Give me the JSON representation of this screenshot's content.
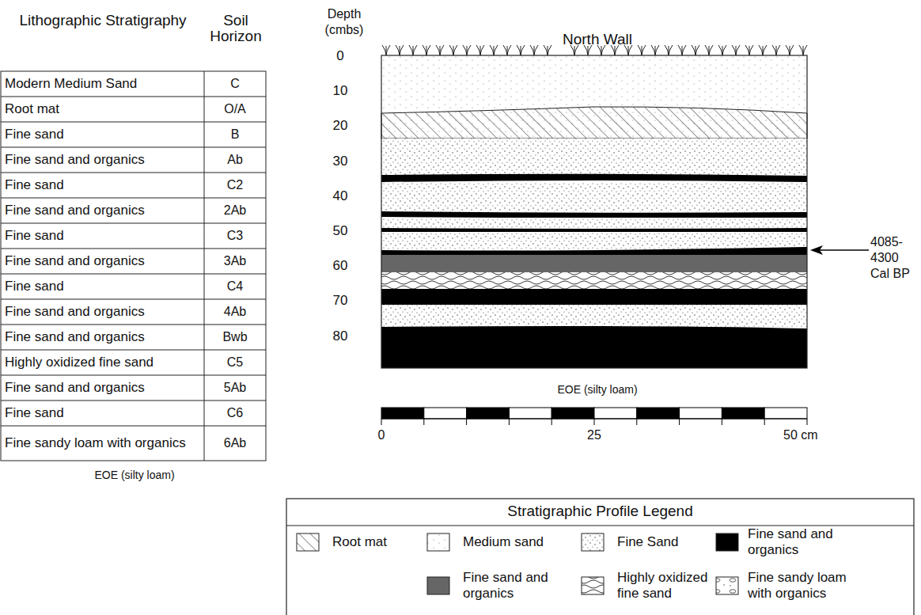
{
  "diagram": {
    "title": "North Wall",
    "labels": [
      "Lithographic Stratigraphy",
      "Soil Horizon",
      "Modern Medium Sand",
      "C",
      "Root mat",
      "O/A",
      "Fine sand",
      "B",
      "Fine sand and organics",
      "Ab",
      "Fine sand",
      "C2",
      "Fine sand and organics",
      "2Ab",
      "Fine sand",
      "C3",
      "Fine sand and organics",
      "3Ab",
      "Fine sand",
      "C4",
      "Fine sand and organics",
      "4Ab",
      "Fine sand and organics",
      "Bwb",
      "Highly oxidized fine sand",
      "C5",
      "Fine sand and organics",
      "5Ab",
      "Fine sand",
      "C6",
      "Fine sandy loam with organics",
      "6Ab",
      "EOE (silty loam)",
      "Depth (cmbs)",
      "0",
      "10",
      "20",
      "30",
      "40",
      "50",
      "60",
      "70",
      "80",
      "EOE (silty loam)",
      "0",
      "25",
      "50 cm",
      "4085-4300 Cal BP",
      "Stratigraphic Profile Legend"
    ],
    "legend": [
      {
        "text": "Root mat"
      },
      {
        "text": "Medium sand"
      },
      {
        "text": "Fine Sand"
      },
      {
        "text": "Fine sand and organics",
        "color": "#000000"
      },
      {
        "text": "Fine sand and organics",
        "color": "#666666"
      },
      {
        "text": "Highly oxidized fine sand"
      },
      {
        "text": "Fine sandy loam with organics"
      }
    ]
  }
}
